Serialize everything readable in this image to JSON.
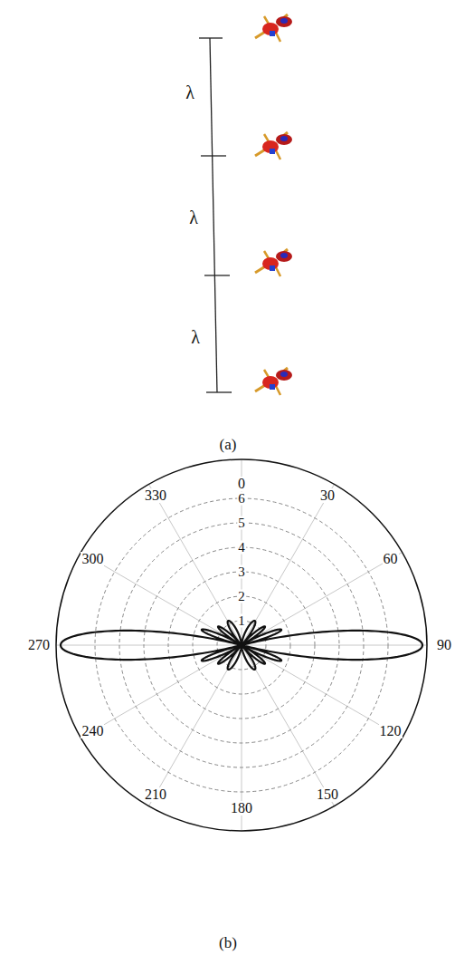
{
  "diagram": {
    "labels": [
      "λ",
      "λ",
      "λ",
      "(a)",
      "0",
      "30",
      "60",
      "90",
      "120",
      "150",
      "180",
      "210",
      "240",
      "270",
      "300",
      "330",
      "1",
      "2",
      "3",
      "4",
      "5",
      "6",
      "(b)"
    ]
  }
}
